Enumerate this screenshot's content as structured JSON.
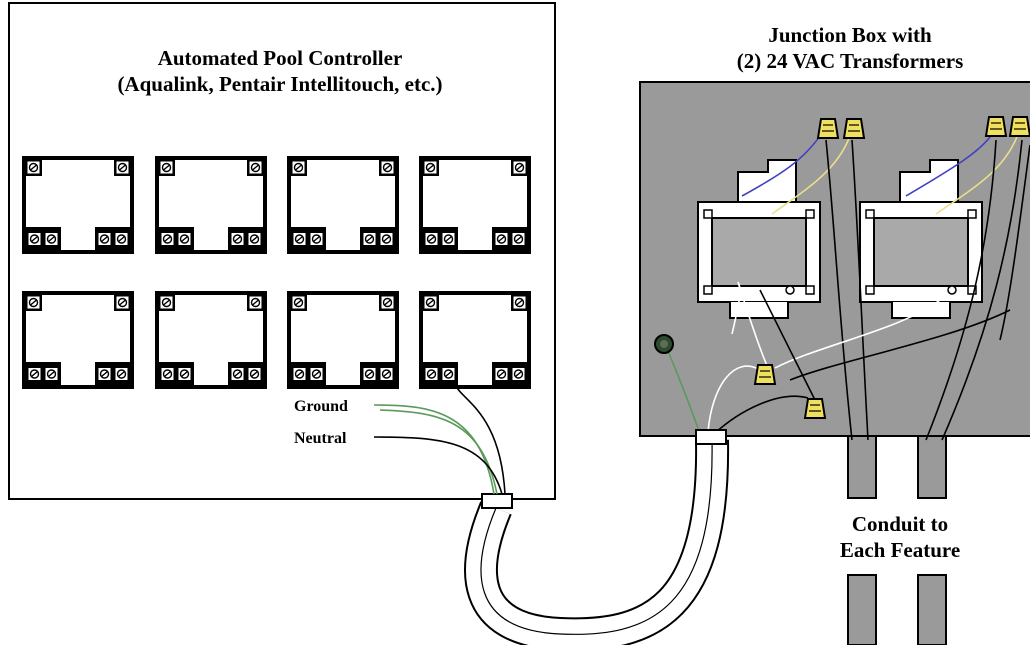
{
  "controller": {
    "title_line1": "Automated Pool Controller",
    "title_line2": "(Aqualink, Pentair Intellitouch, etc.)",
    "ground_label": "Ground",
    "neutral_label": "Neutral",
    "relay_count": 8
  },
  "junction_box": {
    "title_line1": "Junction Box with",
    "title_line2": "(2) 24 VAC Transformers",
    "transformer_count": 2
  },
  "conduit": {
    "label_line1": "Conduit to",
    "label_line2": "Each Feature"
  },
  "colors": {
    "outline": "#000000",
    "box_fill": "#9a9a9a",
    "conduit_fill": "#9a9a9a",
    "ground_wire": "#5a9a5a",
    "neutral_wire": "#000000",
    "blue_wire": "#4040c0",
    "yellow_wire": "#e8e08a",
    "white_wire": "#ffffff",
    "wirenut": "#f0e060"
  }
}
